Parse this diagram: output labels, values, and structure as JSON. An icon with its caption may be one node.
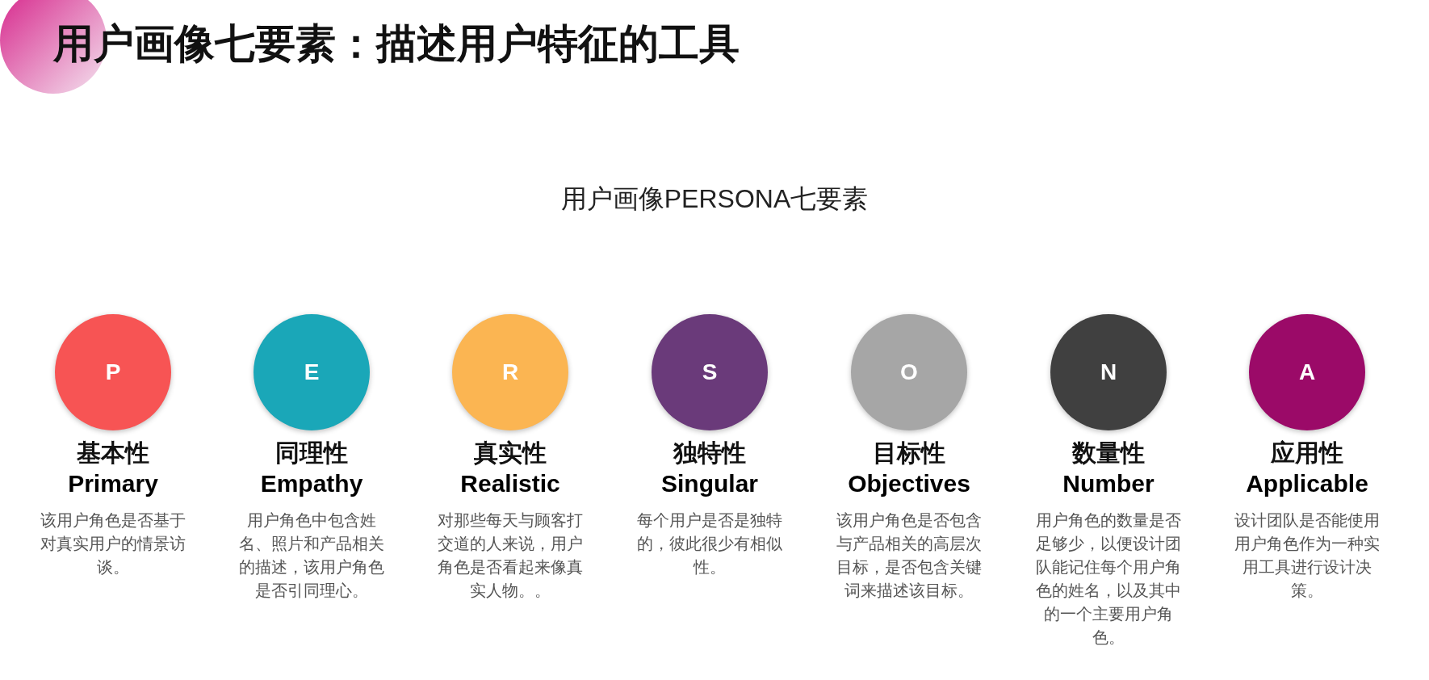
{
  "diagram": {
    "title": "用户画像七要素：描述用户特征的工具",
    "nodes": [
      {
        "text": [
          "P"
        ],
        "beside": [
          "基本性",
          "Primary",
          "该用户角色是否基于对真实用户的情景访谈。"
        ]
      },
      {
        "text": [
          "E"
        ],
        "beside": [
          "同理性",
          "Empathy",
          "用户角色中包含姓名、照片和产品相关的描述，该用户角色是否引同理心。"
        ]
      },
      {
        "text": [
          "R"
        ],
        "beside": [
          "真实性",
          "Realistic",
          "对那些每天与顾客打交道的人来说，用户角色是否看起来像真实人物。。"
        ]
      },
      {
        "text": [
          "S"
        ],
        "beside": [
          "独特性",
          "Singular",
          "每个用户是否是独特的，彼此很少有相似性。"
        ]
      },
      {
        "text": [
          "O"
        ],
        "beside": [
          "目标性",
          "Objectives",
          "该用户角色是否包含与产品相关的高层次目标，是否包含关键词来描述该目标。"
        ]
      },
      {
        "text": [
          "N"
        ],
        "beside": [
          "数量性",
          "Number",
          "用户角色的数量是否足够少，以便设计团队能记住每个用户角色的姓名，以及其中的一个主要用户角色。"
        ]
      },
      {
        "text": [
          "A"
        ],
        "beside": [
          "应用性",
          "Applicable",
          "设计团队是否能使用用户角色作为一种实用工具进行设计决策。"
        ]
      }
    ],
    "labels": [
      "用户画像PERSONA七要素"
    ]
  }
}
